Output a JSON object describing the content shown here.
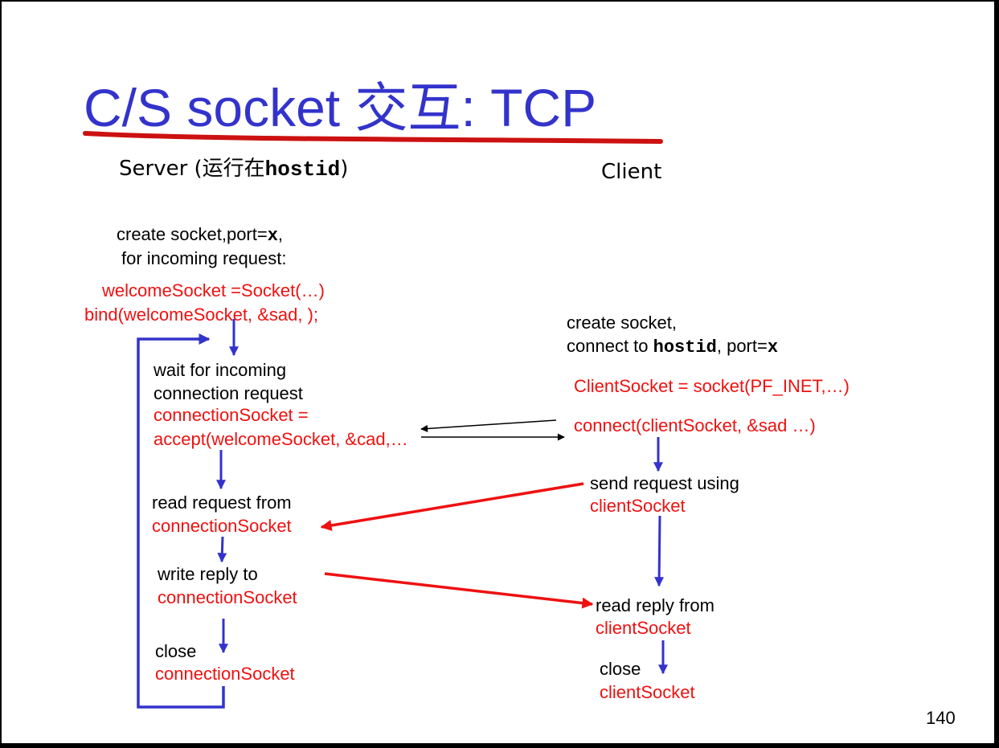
{
  "slide": {
    "title": "C/S  socket 交互: TCP",
    "page_number": "140"
  },
  "server": {
    "heading_prefix": "Server (运行在",
    "heading_host": "hostid",
    "heading_suffix": ")",
    "create_line1_prefix": "create socket,port=",
    "create_line1_port": "x",
    "create_line1_suffix": ",",
    "create_line2": "for incoming request:",
    "welcome_code": "welcomeSocket =Socket(…)",
    "bind_code": "bind(welcomeSocket, &sad, );",
    "wait_line1": "wait for incoming",
    "wait_line2": "connection request",
    "accept_line1": "connectionSocket =",
    "accept_line2": "accept(welcomeSocket, &cad,…",
    "read_line1": "read request from",
    "read_line2": "connectionSocket",
    "write_line1": "write reply to",
    "write_line2": "connectionSocket",
    "close_line1": "close",
    "close_line2": "connectionSocket"
  },
  "client": {
    "heading": "Client",
    "create_line1": "create socket,",
    "connect_prefix": "connect to ",
    "connect_host": "hostid",
    "connect_mid": ", port=",
    "connect_port": "x",
    "socket_code": "ClientSocket = socket(PF_INET,…)",
    "connect_code": "connect(clientSocket, &sad …)",
    "send_line1": "send request using",
    "send_line2": "clientSocket",
    "read_line1": "read reply from",
    "read_line2": "clientSocket",
    "close_line1": "close",
    "close_line2": "clientSocket"
  },
  "colors": {
    "title": "#3333cc",
    "code": "#ee1111",
    "flow_arrow": "#3333cc",
    "data_arrow": "#ee1111",
    "handshake_arrow": "#000000",
    "underline": "#cc1111"
  }
}
